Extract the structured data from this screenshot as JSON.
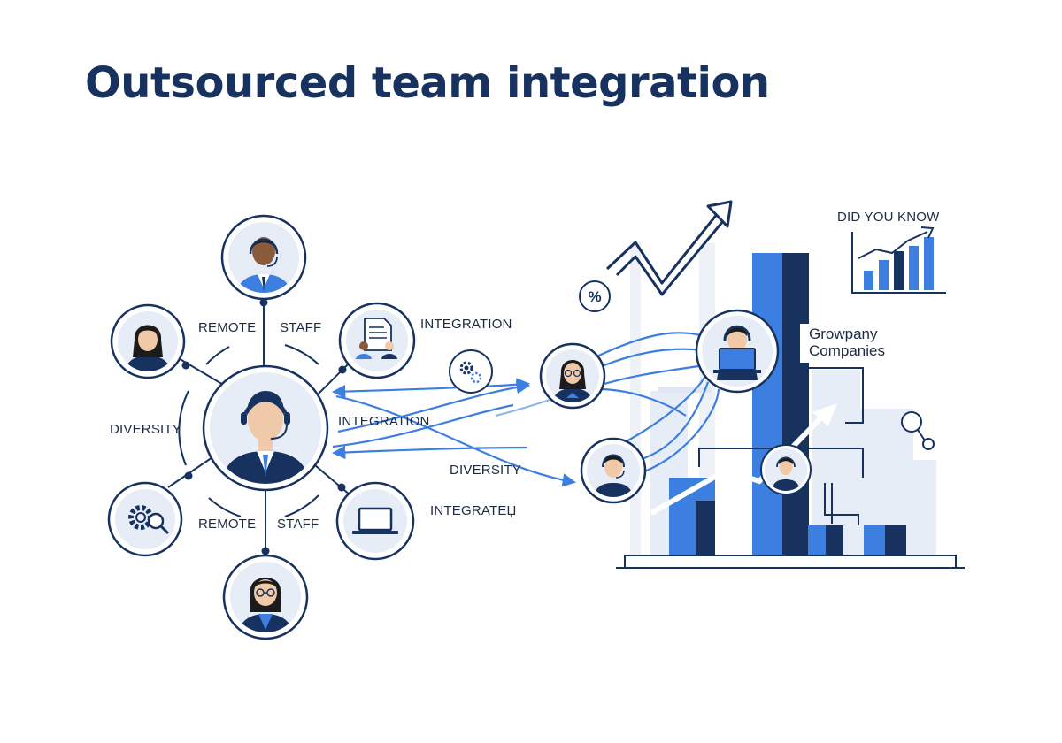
{
  "title": "Outsourced team integration",
  "labels": {
    "remote_top": "REMOTE",
    "staff_top": "STAFF",
    "diversity_left": "DIVERSITY",
    "remote_bottom": "REMOTE",
    "staff_bottom": "STAFF",
    "integration_doc": "INTEGRATION",
    "integration_mid": "INTEGRATION",
    "diversity_mid": "DIVERSITY",
    "integrated": "INTEGRATEЏ",
    "did_you_know": "DID YOU KNOW",
    "growpany": "Growpany",
    "companies": "Companies",
    "percent": "%"
  },
  "colors": {
    "navy": "#17325f",
    "blue": "#3d7fe0",
    "light_blue": "#d6e4f7",
    "pale": "#eaf0f8"
  },
  "icons": [
    "person-headset-icon",
    "document-team-icon",
    "gears-icon",
    "settings-search-icon",
    "laptop-icon",
    "percent-icon",
    "trend-arrow-icon",
    "bar-chart-icon",
    "magnifier-node-icon"
  ]
}
